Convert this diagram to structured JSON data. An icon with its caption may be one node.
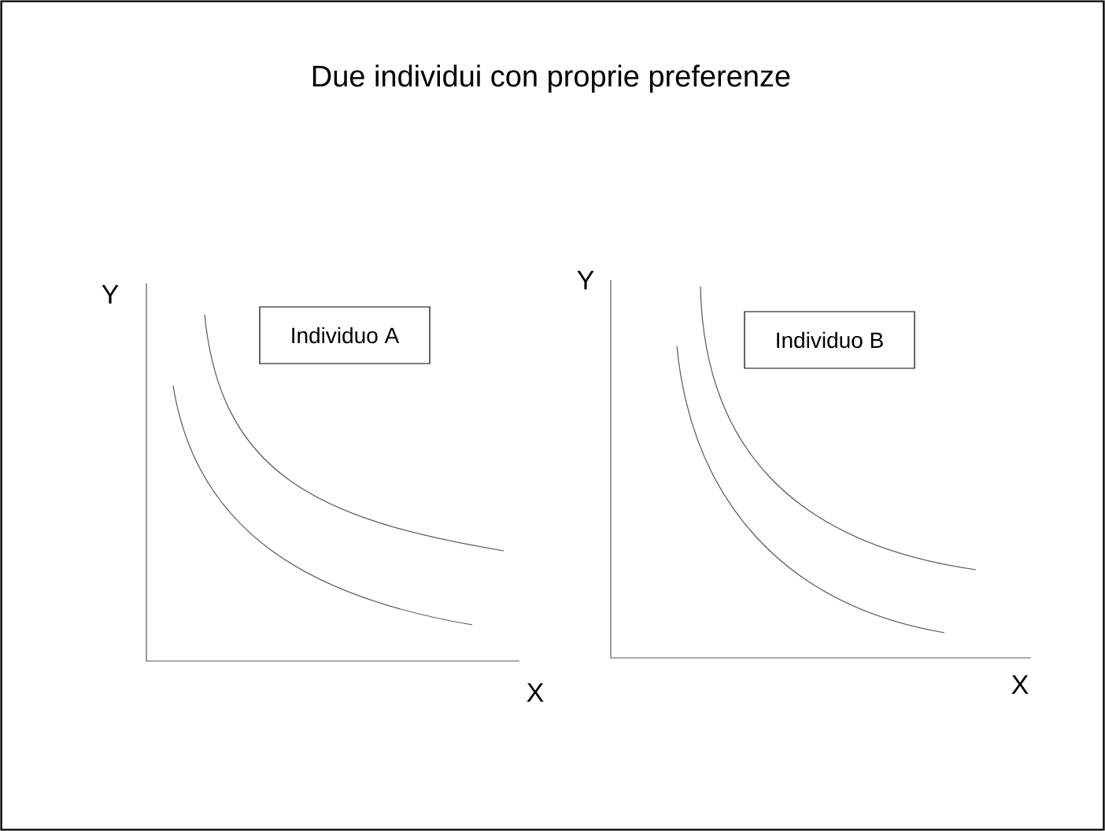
{
  "diagram": {
    "title": "Due individui con proprie preferenze",
    "nodes": [
      {
        "text": [
          "Individuo A"
        ]
      },
      {
        "text": [
          "Individuo B"
        ]
      }
    ],
    "labels": [
      "Y",
      "X",
      "Y",
      "X"
    ]
  }
}
